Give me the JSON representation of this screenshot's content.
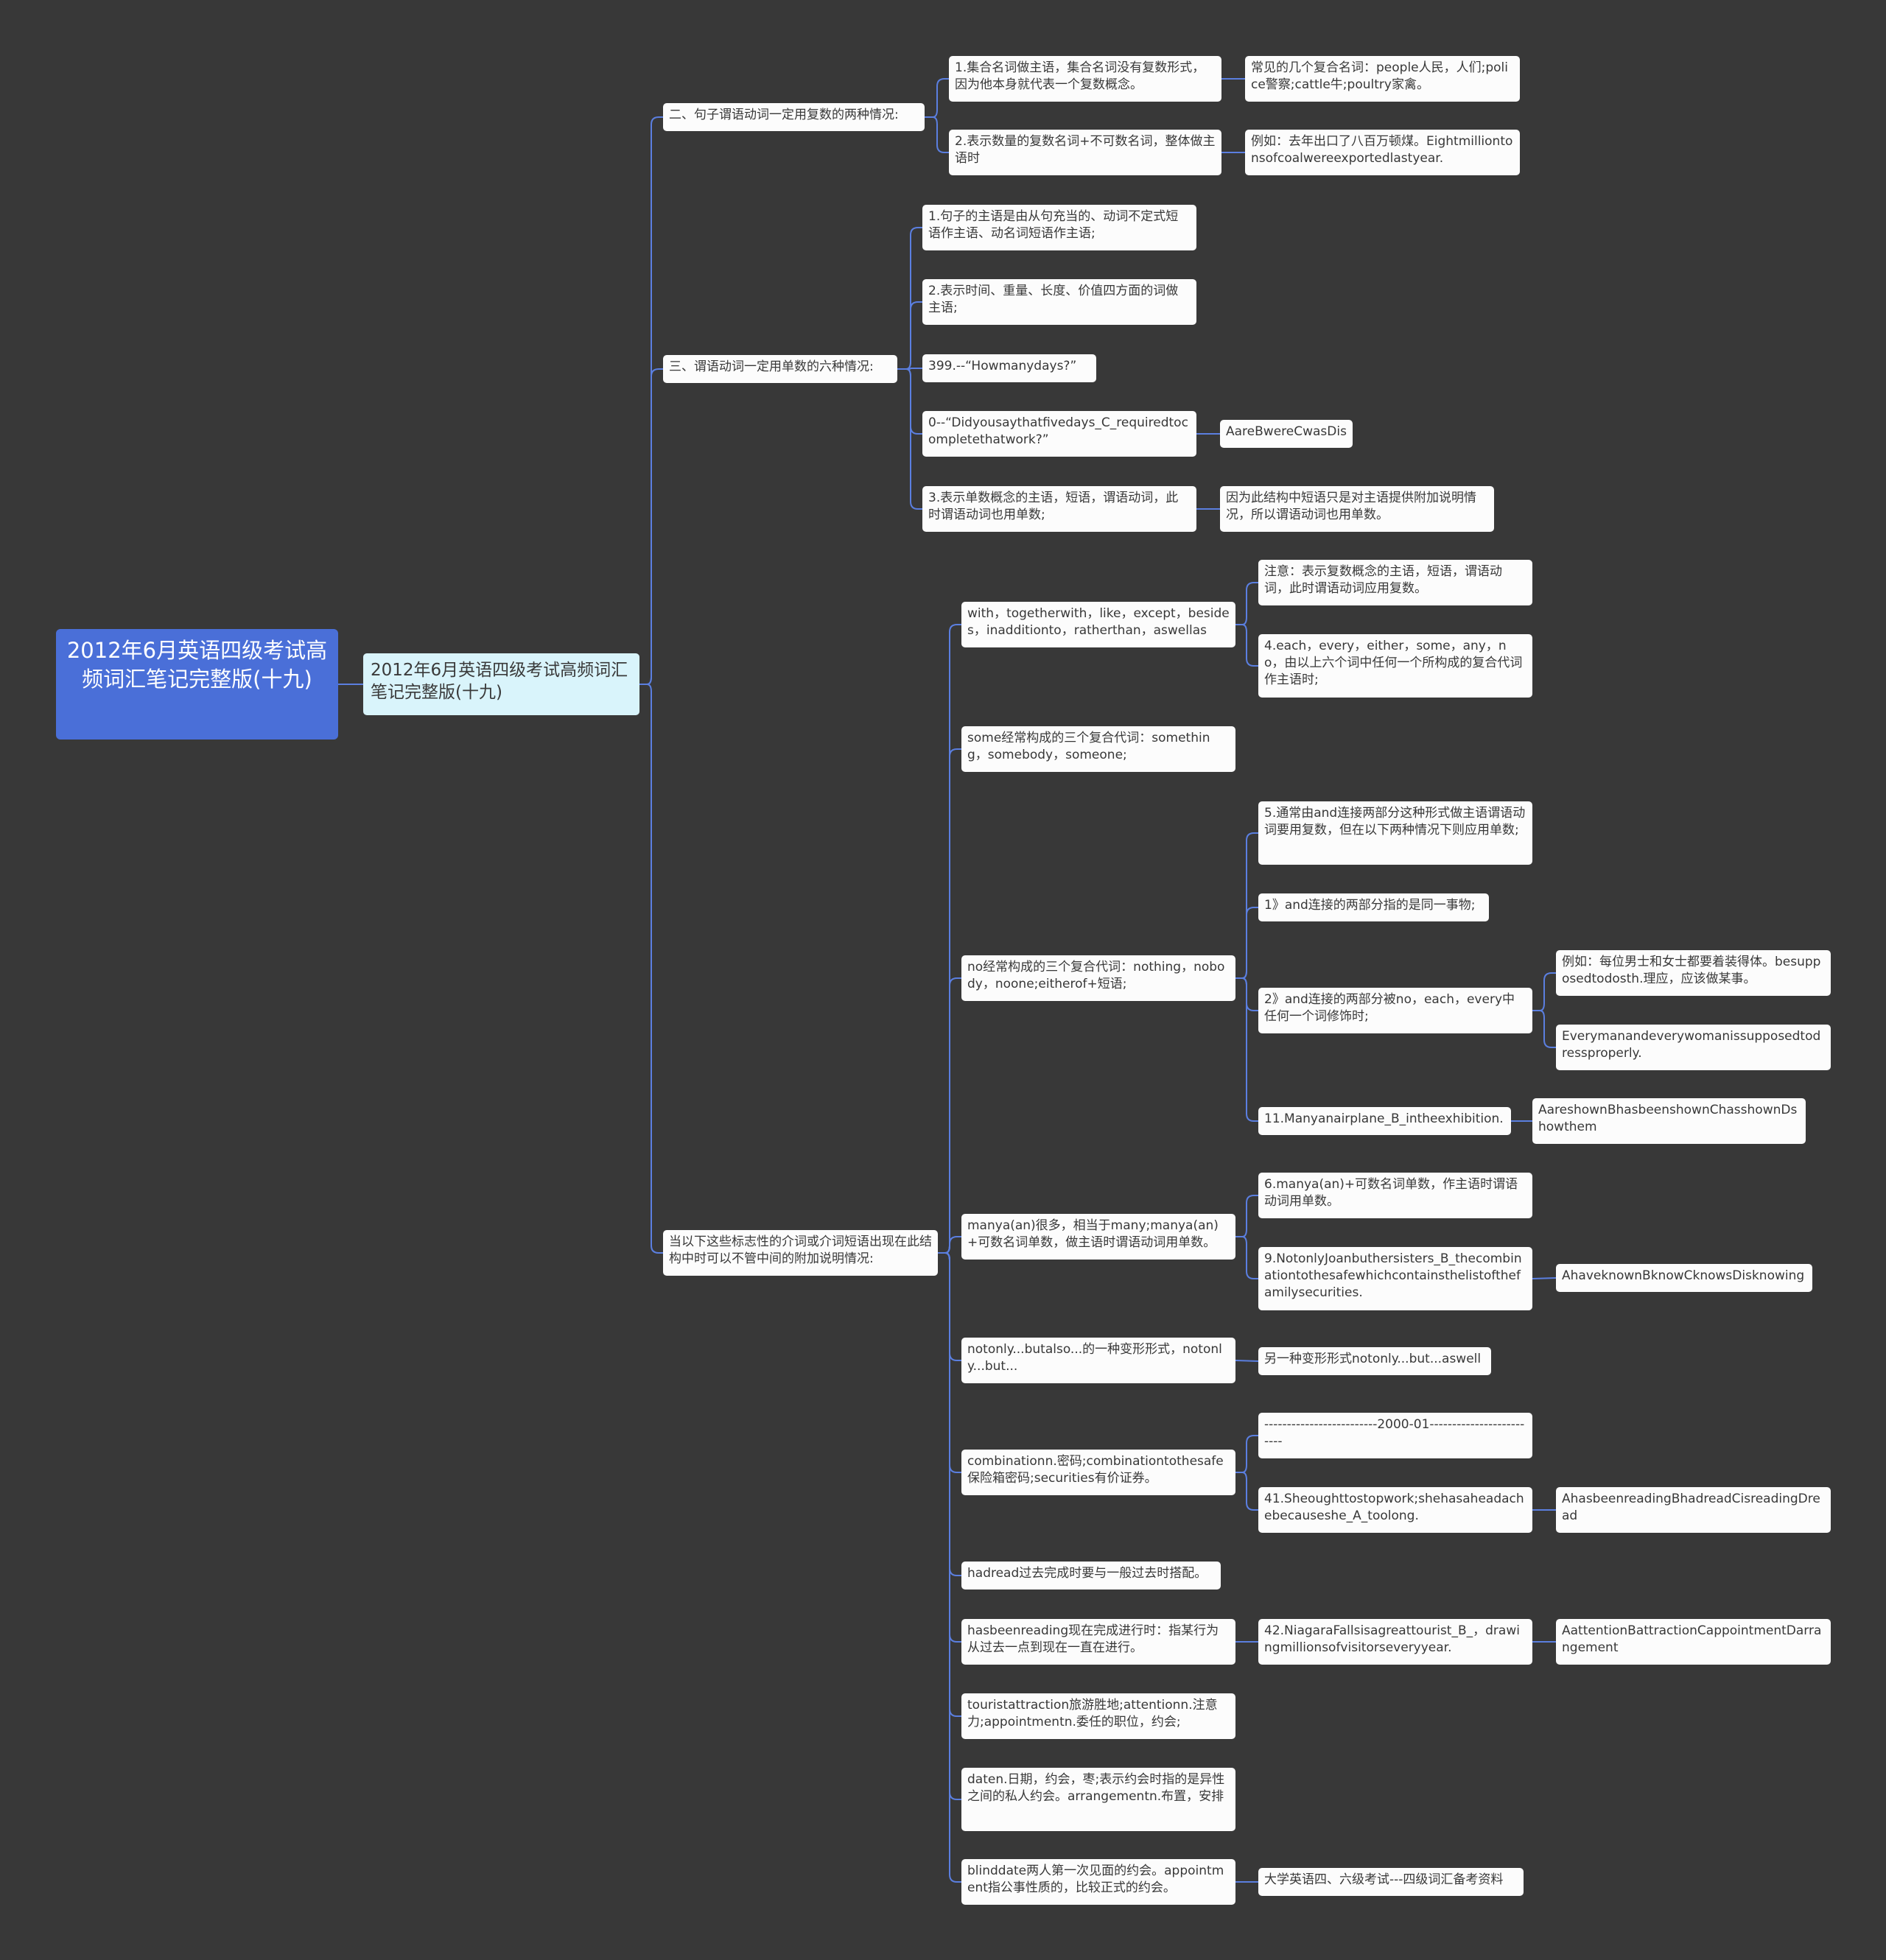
{
  "colors": {
    "background": "#383838",
    "root": "#4a6fd8",
    "level1": "#d9f4fb",
    "node": "#fcfcfc",
    "link": "#5b7fe0"
  },
  "root": {
    "label": "2012年6月英语四级考试高频词汇笔记完整版(十九)"
  },
  "level1": {
    "label": "2012年6月英语四级考试高频词汇笔记完整版(十九)"
  },
  "branch_a": {
    "label": "二、句子谓语动词一定用复数的两种情况:",
    "items": [
      {
        "label": "1.集合名词做主语，集合名词没有复数形式，因为他本身就代表一个复数概念。",
        "note": "常见的几个复合名词：people人民，人们;police警察;cattle牛;poultry家禽。"
      },
      {
        "label": "2.表示数量的复数名词+不可数名词，整体做主语时",
        "note": "例如：去年出口了八百万顿煤。Eightmilliontonsofcoalwereexportedlastyear."
      }
    ]
  },
  "branch_b": {
    "label": "三、谓语动词一定用单数的六种情况:",
    "items": [
      {
        "label": "1.句子的主语是由从句充当的、动词不定式短语作主语、动名词短语作主语;"
      },
      {
        "label": "2.表示时间、重量、长度、价值四方面的词做主语;"
      },
      {
        "label": "399.--“Howmanydays?”"
      },
      {
        "label": "0--“Didyousaythatfivedays_C_requiredtocompletethatwork?”",
        "note": "AareBwereCwasDis"
      },
      {
        "label": "3.表示单数概念的主语，短语，谓语动词，此时谓语动词也用单数;",
        "note": "因为此结构中短语只是对主语提供附加说明情况，所以谓语动词也用单数。"
      }
    ]
  },
  "branch_c": {
    "label": "当以下这些标志性的介词或介词短语出现在此结构中时可以不管中间的附加说明情况:",
    "items": [
      {
        "label": "with，togetherwith，like，except，besides，inadditionto，ratherthan，aswellas",
        "children": [
          {
            "label": "注意：表示复数概念的主语，短语，谓语动词，此时谓语动词应用复数。"
          },
          {
            "label": "4.each，every，either，some，any，no，由以上六个词中任何一个所构成的复合代词作主语时;"
          }
        ]
      },
      {
        "label": "some经常构成的三个复合代词：something，somebody，someone;"
      },
      {
        "label": "no经常构成的三个复合代词：nothing，nobody，noone;eitherof+短语;",
        "children": [
          {
            "label": "5.通常由and连接两部分这种形式做主语谓语动词要用复数，但在以下两种情况下则应用单数;"
          },
          {
            "label": "1》and连接的两部分指的是同一事物;"
          },
          {
            "label": "2》and连接的两部分被no，each，every中任何一个词修饰时;",
            "children": [
              {
                "label": "例如：每位男士和女士都要着装得体。besupposedtodosth.理应，应该做某事。"
              },
              {
                "label": "Everymanandeverywomanissupposedtodressproperly."
              }
            ]
          },
          {
            "label": "11.Manyanairplane_B_intheexhibition.",
            "note": "AareshownBhasbeenshownChasshownDshowthem"
          }
        ]
      },
      {
        "label": "manya(an)很多，相当于many;manya(an)+可数名词单数，做主语时谓语动词用单数。",
        "children": [
          {
            "label": "6.manya(an)+可数名词单数，作主语时谓语动词用单数。"
          },
          {
            "label": "9.NotonlyJoanbuthersisters_B_thecombinationtothesafewhichcontainsthelistofthefamilysecurities.",
            "note": "AhaveknownBknowCknowsDisknowing"
          }
        ]
      },
      {
        "label": "notonly...butalso...的一种变形形式，notonly...but...",
        "children": [
          {
            "label": "另一种变形形式notonly...but...aswell"
          }
        ]
      },
      {
        "label": "combinationn.密码;combinationtothesafe保险箱密码;securities有价证券。",
        "children": [
          {
            "label": "-------------------------2000-01-------------------------"
          },
          {
            "label": "41.Sheoughttostopwork;shehasaheadachebecauseshe_A_toolong.",
            "note": "AhasbeenreadingBhadreadCisreadingDread"
          }
        ]
      },
      {
        "label": "hadread过去完成时要与一般过去时搭配。"
      },
      {
        "label": "hasbeenreading现在完成进行时：指某行为从过去一点到现在一直在进行。",
        "children": [
          {
            "label": "42.NiagaraFallsisagreattourist_B_，drawingmillionsofvisitorseveryyear.",
            "note": "AattentionBattractionCappointmentDarrangement"
          }
        ]
      },
      {
        "label": "touristattraction旅游胜地;attentionn.注意力;appointmentn.委任的职位，约会;"
      },
      {
        "label": "daten.日期，约会，枣;表示约会时指的是异性之间的私人约会。arrangementn.布置，安排"
      },
      {
        "label": "blinddate两人第一次见面的约会。appointment指公事性质的，比较正式的约会。",
        "children": [
          {
            "label": "大学英语四、六级考试---四级词汇备考资料"
          }
        ]
      }
    ]
  }
}
